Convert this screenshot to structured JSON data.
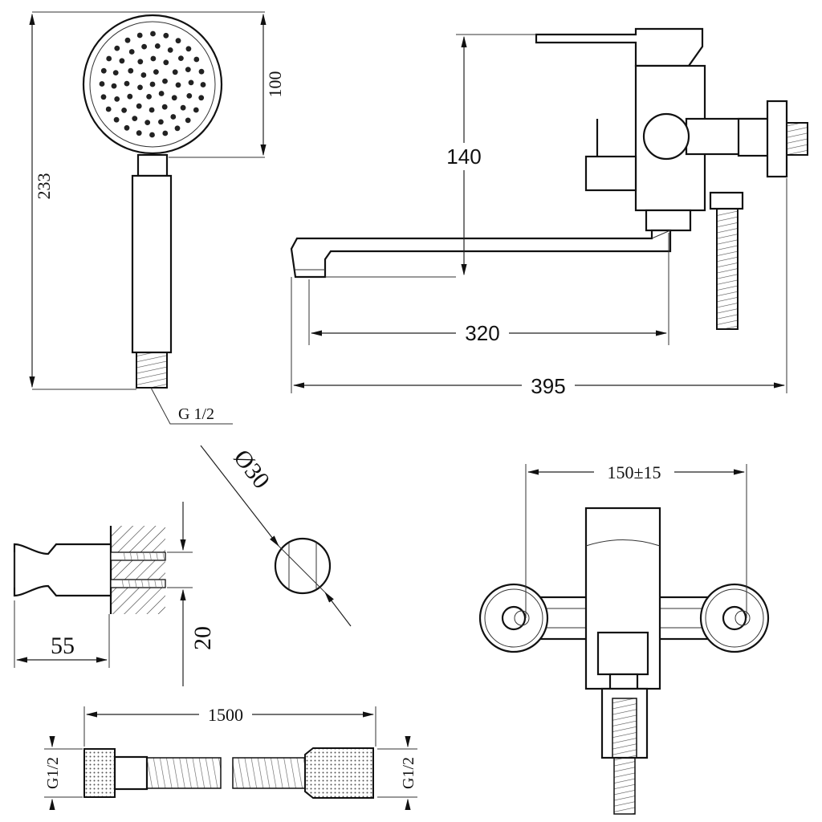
{
  "dimensions": {
    "handshower_height": "233",
    "head_diameter": "100",
    "handshower_thread": "G 1/2",
    "mixer_height": "140",
    "spout_reach": "320",
    "overall_length": "395",
    "eccentric_diameter": "Ø30",
    "eccentric_depth": "55",
    "eccentric_thread": "20",
    "center_distance": "150±15",
    "hose_length": "1500",
    "hose_thread_left": "G1/2",
    "hose_thread_right": "G1/2"
  }
}
